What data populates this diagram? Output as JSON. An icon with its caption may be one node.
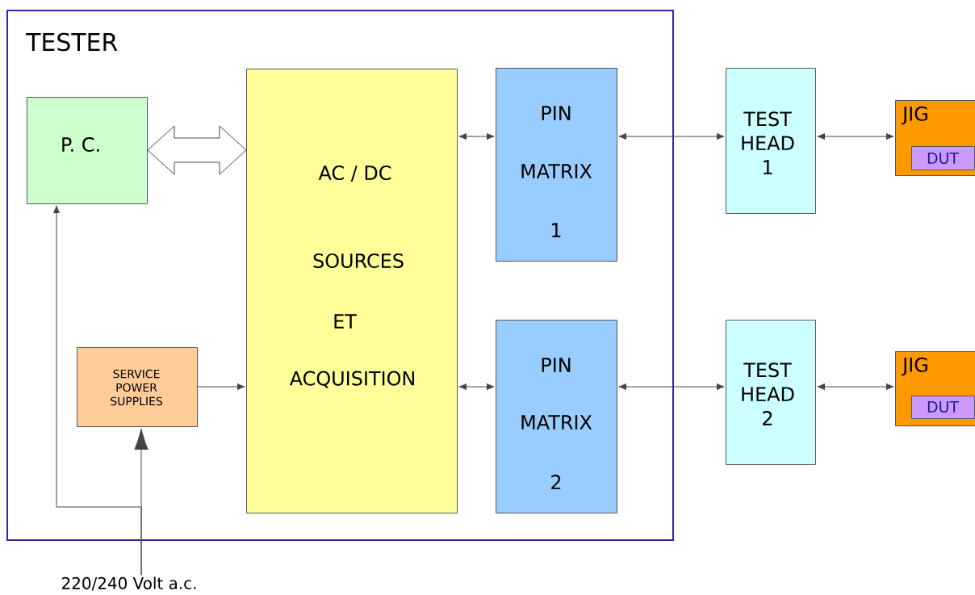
{
  "diagram": {
    "nodes": [
      {
        "text": [
          "TESTER"
        ]
      },
      {
        "text": [
          "P.  C."
        ],
        "in": 0
      },
      {
        "text": [
          "AC / DC",
          "SOURCES",
          "ET",
          "ACQUISITION"
        ],
        "in": 0
      },
      {
        "text": [
          "PIN",
          "MATRIX",
          "1"
        ],
        "in": 0
      },
      {
        "text": [
          "PIN",
          "MATRIX",
          "2"
        ],
        "in": 0
      },
      {
        "text": [
          "SERVICE POWER SUPPLIES"
        ],
        "in": 0
      },
      {
        "text": [
          "TEST HEAD 1"
        ]
      },
      {
        "text": [
          "TEST HEAD 2"
        ]
      },
      {
        "text": [
          "JIG"
        ]
      },
      {
        "text": [
          "DUT"
        ],
        "in": 8
      },
      {
        "text": [
          "JIG"
        ]
      },
      {
        "text": [
          "DUT"
        ],
        "in": 10
      },
      {
        "text": [
          "220/240 Volt a.c."
        ]
      }
    ],
    "edges": [
      {
        "from": 1,
        "to": 2,
        "arrow": "both",
        "style": "thick"
      },
      {
        "from": 2,
        "to": 3,
        "arrow": "both"
      },
      {
        "from": 2,
        "to": 4,
        "arrow": "both"
      },
      {
        "from": 3,
        "to": 6,
        "arrow": "both"
      },
      {
        "from": 4,
        "to": 7,
        "arrow": "both"
      },
      {
        "from": 6,
        "to": 8,
        "arrow": "both"
      },
      {
        "from": 7,
        "to": 10,
        "arrow": "both"
      },
      {
        "from": 5,
        "to": 2,
        "arrow": "to"
      },
      {
        "from": 12,
        "to": 5,
        "arrow": "to"
      },
      {
        "from": 12,
        "to": 1,
        "arrow": "to"
      }
    ]
  }
}
